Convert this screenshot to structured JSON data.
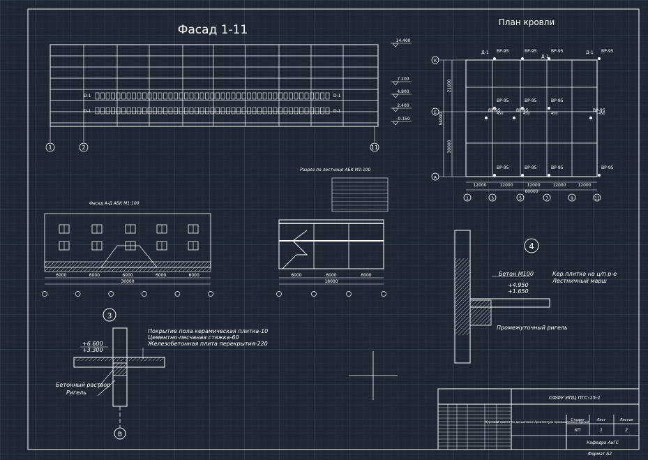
{
  "facade_1_11": {
    "title": "Фасад 1-11",
    "levels": [
      "14.400",
      "7.200",
      "4.800",
      "2.400",
      "-0.150"
    ],
    "axes": [
      "1",
      "2",
      "11"
    ],
    "tags": [
      "D-1",
      "D-1",
      "D-1",
      "D-1"
    ]
  },
  "roof_plan": {
    "title": "План кровли",
    "row_axes": [
      "К",
      "Е",
      "А"
    ],
    "col_axes": [
      "1",
      "3",
      "5",
      "7",
      "9",
      "11"
    ],
    "spans": [
      "12000",
      "12000",
      "12000",
      "12000",
      "12000"
    ],
    "total": "60000",
    "left_dims": [
      "21000",
      "54000",
      "30000"
    ],
    "drain_labels": [
      "ВР-95",
      "ВР-95",
      "ВР-95",
      "ВР-95",
      "ВР-95",
      "ВР-95",
      "ВР-95",
      "ВР-95",
      "ВР-95",
      "ВР-95",
      "ВР-95",
      "ВР-95",
      "ВР-95",
      "ВР-95"
    ],
    "tags": [
      "Д-1",
      "Д-1",
      "Д-1"
    ],
    "slopes": [
      "450",
      "450",
      "450",
      "450"
    ]
  },
  "facade_abk": {
    "title": "Фасад А-Д АБК М1:100",
    "spans": [
      "6000",
      "6000",
      "6000",
      "6000",
      "6000"
    ],
    "total": "30000"
  },
  "section_abk": {
    "title": "Разрез по лестнице АБК М1:100",
    "spans": [
      "6000",
      "6000",
      "6000"
    ],
    "total": "18000"
  },
  "node3": {
    "number": "3",
    "levels": [
      "+6.600",
      "+3.300"
    ],
    "layers": [
      "Покрытие пола керамическая плитка-10",
      "Цементно-песчаная стяжка-60",
      "Железобетонная плита перекрытия-220"
    ],
    "notes": [
      "Бетонный раствор",
      "Ригель"
    ],
    "axis": "В"
  },
  "node4": {
    "number": "4",
    "labels": [
      "Бетон М100",
      "Кер.плитка на ц/п р-е",
      "Лестничный марш",
      "Промежуточный ригель"
    ],
    "levels": [
      "+4.950",
      "+1.650"
    ]
  },
  "title_block": {
    "code": "СФФУ ИПЦ ПГС-15-1",
    "description": "Курсовой проект по дисциплине Архитектура промышленных зданий",
    "stage_headers": [
      "Стадия",
      "Лист",
      "Листов"
    ],
    "stage_values": [
      "КП",
      "1",
      "2"
    ],
    "org": "Кафедра АиГС",
    "format": "Формат А2"
  },
  "colors": {
    "background": "#1f2734",
    "grid_major": "#3a4558",
    "grid_minor": "#29323f",
    "lines": "#ffffff"
  }
}
